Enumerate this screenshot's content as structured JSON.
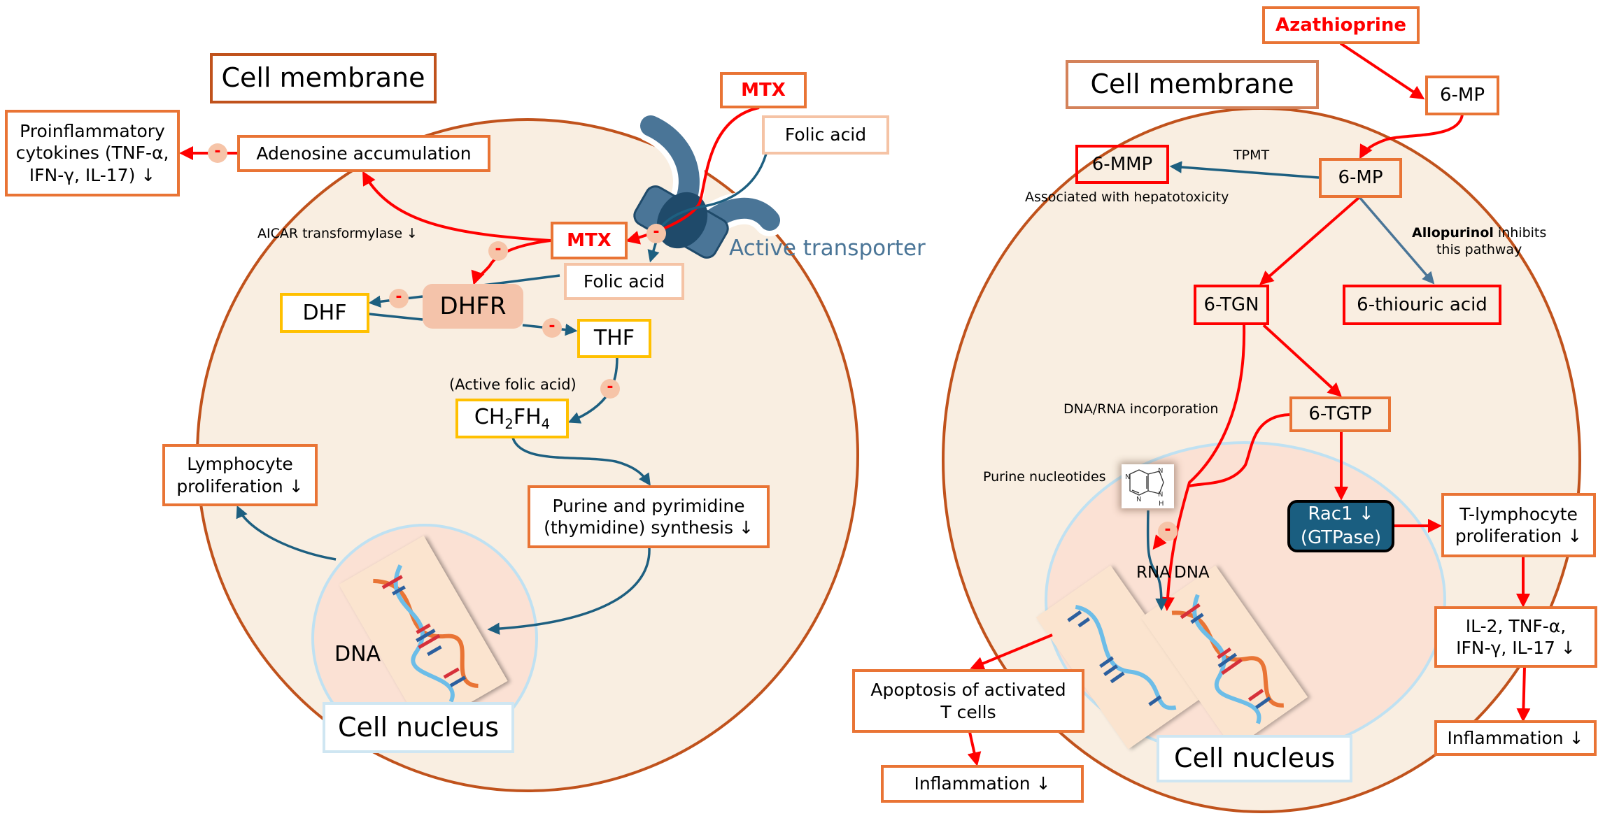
{
  "colors": {
    "cell_fill": "#f9eee1",
    "cell_stroke": "#c0521c",
    "nucleus_fill": "#fbe1d4",
    "nucleus_stroke": "#bfe1f2",
    "blue_arrow": "#1d5f80",
    "red_arrow": "#ff0000",
    "transporter": "#4a7597",
    "transporter_dark": "#1f4a6a",
    "rac1_fill": "#1a5e80"
  },
  "left_panel": {
    "cell_membrane": "Cell membrane",
    "proinflammatory": [
      "Proinflammatory",
      "cytokines (TNF-α,",
      "IFN-γ, IL-17) ↓"
    ],
    "adenosine": "Adenosine accumulation",
    "mtx_outer": "MTX",
    "folic_outer": "Folic acid",
    "mtx_inner": "MTX",
    "folic_inner": "Folic acid",
    "active_transporter": "Active transporter",
    "aicar": "AICAR transformylase ↓",
    "dhf": "DHF",
    "dhfr": "DHFR",
    "thf": "THF",
    "active_folic": "(Active folic acid)",
    "ch2fh4": {
      "a": "CH",
      "s1": "2",
      "b": "FH",
      "s2": "4"
    },
    "lymphocyte": [
      "Lymphocyte",
      "proliferation ↓"
    ],
    "purine_synth": [
      "Purine and pyrimidine",
      "(thymidine) synthesis ↓"
    ],
    "dna": "DNA",
    "cell_nucleus": "Cell nucleus",
    "inhibit_symbol": "-"
  },
  "right_panel": {
    "azathioprine": "Azathioprine",
    "cell_membrane": "Cell membrane",
    "six_mp_outer": "6-MP",
    "six_mp_inner": "6-MP",
    "six_mmp": "6-MMP",
    "tpmt": "TPMT",
    "hepatotoxicity": "Associated with hepatotoxicity",
    "allopurinol_bold": "Allopurinol",
    "allopurinol_rest": " inhibits",
    "allopurinol_line2": "this pathway",
    "six_tgn": "6-TGN",
    "six_thiouric": "6-thiouric acid",
    "dna_rna_incorp": "DNA/RNA incorporation",
    "six_tgtp": "6-TGTP",
    "purine_nucleotides": "Purine nucleotides",
    "purine_atoms": [
      "N",
      "N",
      "N",
      "N",
      "H"
    ],
    "rac1": [
      "Rac1 ↓",
      "(GTPase)"
    ],
    "t_lymph": [
      "T-lymphocyte",
      "proliferation ↓"
    ],
    "cytokines": [
      "IL-2, TNF-α,",
      "IFN-γ, IL-17 ↓"
    ],
    "inflammation_right": "Inflammation ↓",
    "apoptosis": [
      "Apoptosis of activated",
      "T cells"
    ],
    "inflammation_left": "Inflammation ↓",
    "rna": "RNA",
    "dna": "DNA",
    "cell_nucleus": "Cell nucleus",
    "inhibit_symbol": "-"
  }
}
